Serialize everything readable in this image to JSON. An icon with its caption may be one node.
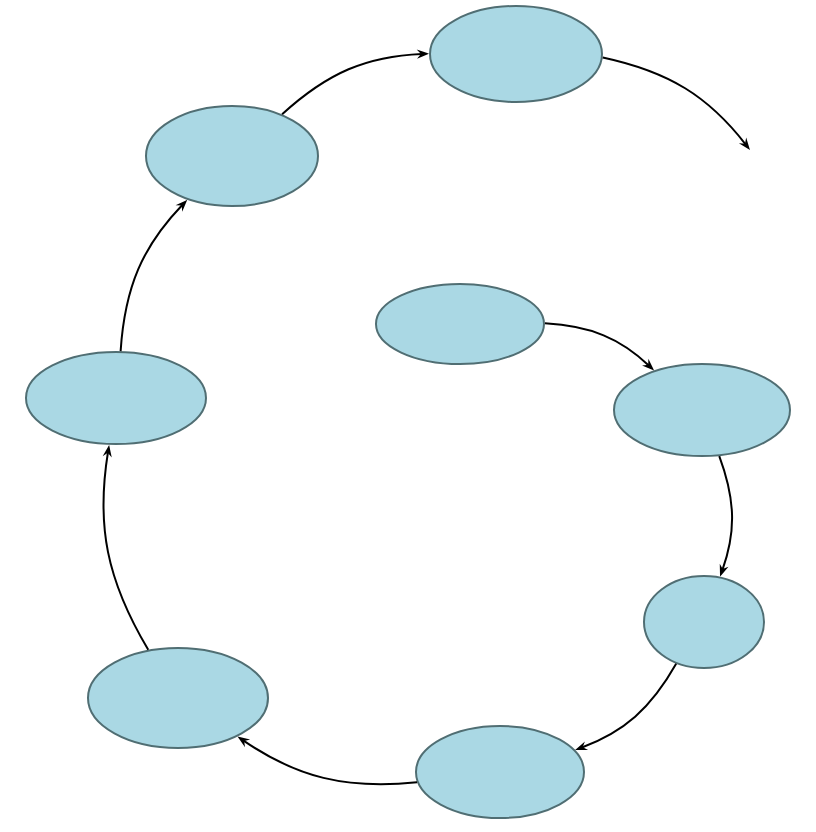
{
  "diagram": {
    "nodes": [
      {
        "text": [],
        "shape": "ellipse"
      },
      {
        "text": [],
        "shape": "ellipse"
      },
      {
        "text": [],
        "shape": "ellipse"
      },
      {
        "text": [],
        "shape": "ellipse"
      },
      {
        "text": [],
        "shape": "ellipse"
      },
      {
        "text": [],
        "shape": "ellipse"
      },
      {
        "text": [],
        "shape": "ellipse"
      },
      {
        "text": [],
        "shape": "ellipse"
      }
    ],
    "edges": [
      {
        "from": 0,
        "to": 1,
        "arrow": "to"
      },
      {
        "from": 1,
        "to": 2,
        "arrow": "to"
      },
      {
        "from": 2,
        "to": 3,
        "arrow": "to"
      },
      {
        "from": 3,
        "to": 4,
        "arrow": "to"
      },
      {
        "from": 4,
        "to": 5,
        "arrow": "to"
      },
      {
        "from": 5,
        "to": 6,
        "arrow": "to"
      },
      {
        "from": 6,
        "to": 7,
        "arrow": "to"
      },
      {
        "from": 7,
        "to": null,
        "arrow": "to"
      }
    ]
  }
}
